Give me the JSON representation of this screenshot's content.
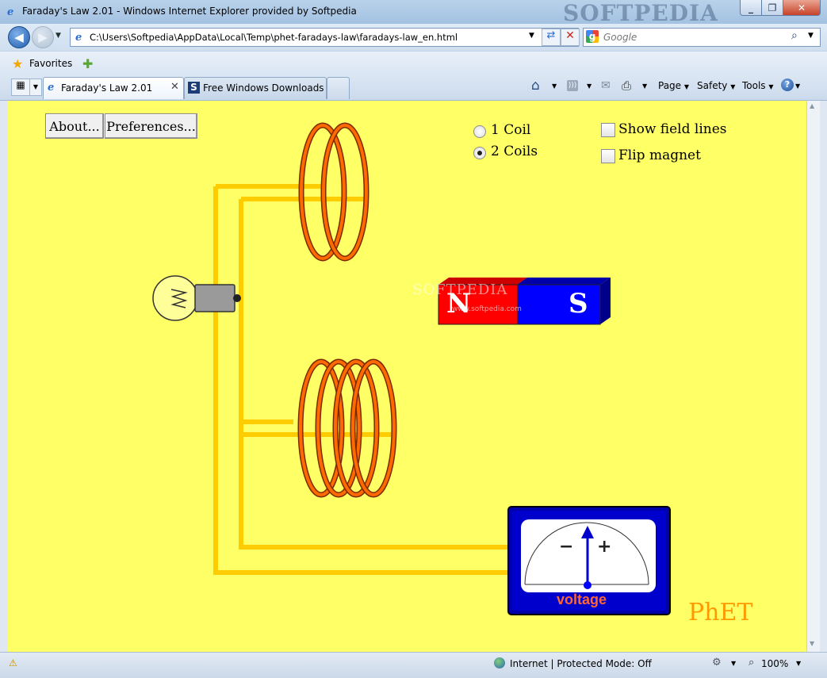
{
  "window": {
    "title": "Faraday's Law 2.01 - Windows Internet Explorer provided by Softpedia",
    "watermark": "SOFTPEDIA"
  },
  "address": {
    "url": "C:\\Users\\Softpedia\\AppData\\Local\\Temp\\phet-faradays-law\\faradays-law_en.html",
    "search_placeholder": "Google"
  },
  "favorites": {
    "label": "Favorites"
  },
  "tabs": [
    {
      "label": "Faraday's Law 2.01"
    },
    {
      "label": "Free Windows Downloads ..."
    }
  ],
  "commands": {
    "page": "Page",
    "safety": "Safety",
    "tools": "Tools"
  },
  "sim": {
    "buttons": {
      "about": "About...",
      "preferences": "Preferences..."
    },
    "coil_options": [
      {
        "label": "1 Coil",
        "selected": false
      },
      {
        "label": "2 Coils",
        "selected": true
      }
    ],
    "checkboxes": [
      {
        "label": "Show field lines",
        "checked": false
      },
      {
        "label": "Flip magnet",
        "checked": false
      }
    ],
    "magnet": {
      "north": "N",
      "south": "S",
      "north_color": "#ff0000",
      "south_color": "#0000ff"
    },
    "meter": {
      "minus": "−",
      "plus": "+",
      "label": "voltage",
      "label_color": "#ff6633"
    },
    "logo": "PhET",
    "watermark": "SOFTPEDIA",
    "watermark_url": "www.softpedia.com",
    "colors": {
      "background": "#ffff66",
      "wire": "#ffcc00",
      "coil": "#ff6a00"
    }
  },
  "status": {
    "zone": "Internet | Protected Mode: Off",
    "zoom": "100%"
  }
}
